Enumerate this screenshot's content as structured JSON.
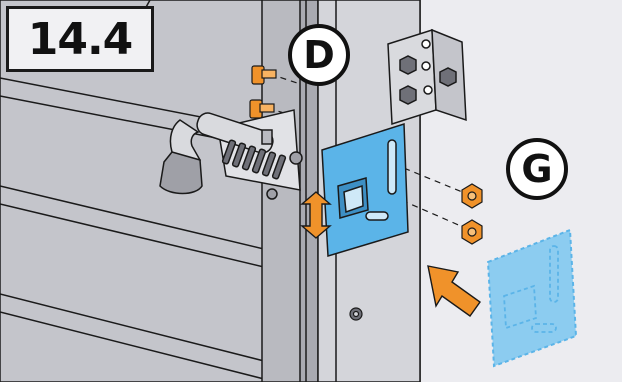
{
  "step": {
    "number": "14.4"
  },
  "callouts": {
    "d_label": "D",
    "g_label": "G"
  },
  "colors": {
    "bracket_blue": "#5bb4e8",
    "hardware_orange": "#f0922a",
    "frame_gray": "#c9cacf",
    "wall_gray": "#eaeaee",
    "door_panel_gray": "#bfc0c6",
    "outline": "#1a1a1a"
  },
  "icons": [
    "up-down-arrow-icon",
    "insert-arrow-icon"
  ]
}
